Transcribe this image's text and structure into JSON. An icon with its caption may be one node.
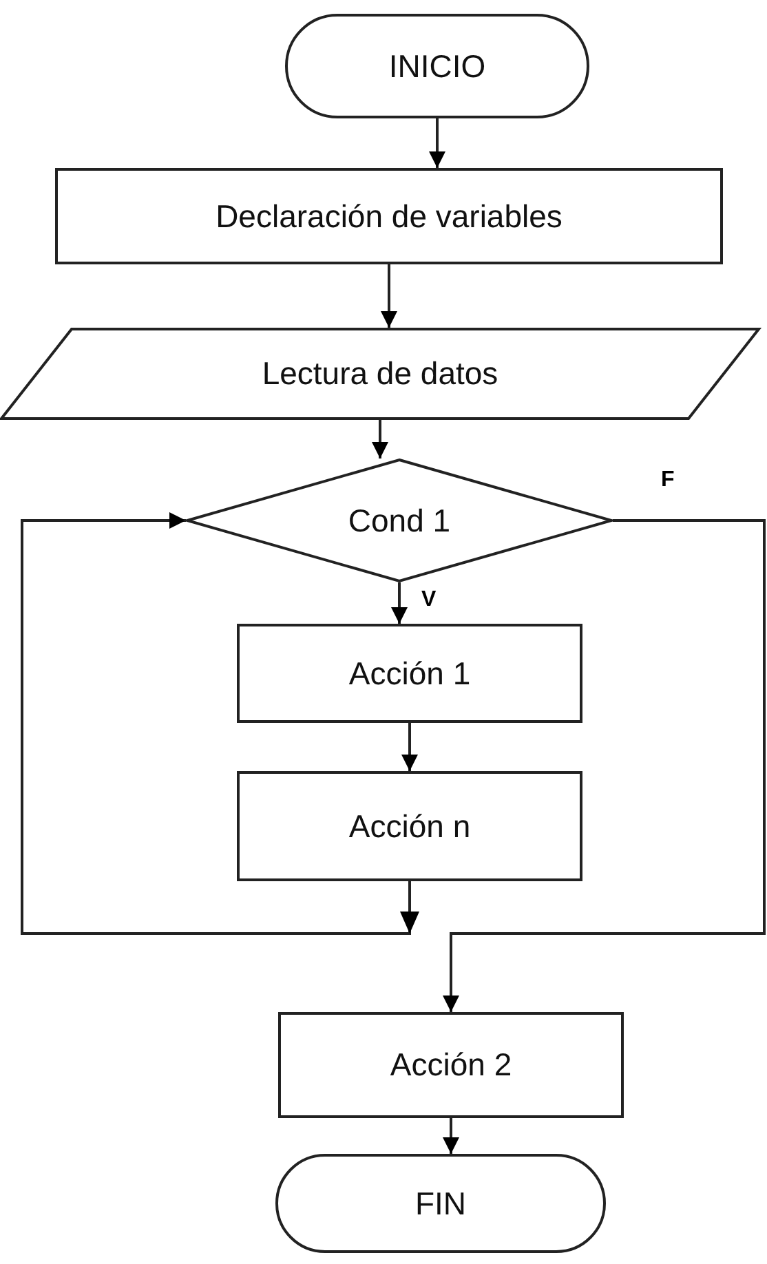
{
  "diagram": {
    "nodes": [
      {
        "text": [
          "INICIO"
        ]
      },
      {
        "text": [
          "Declaración de variables"
        ]
      },
      {
        "text": [
          "Lectura de datos"
        ]
      },
      {
        "text": [
          "Cond 1"
        ]
      },
      {
        "text": [
          "Acción 1"
        ]
      },
      {
        "text": [
          "Acción n"
        ]
      },
      {
        "text": [
          "Acción 2"
        ]
      },
      {
        "text": [
          "FIN"
        ]
      }
    ],
    "edges": [
      {
        "from": 0,
        "to": 1,
        "arrow": "to"
      },
      {
        "from": 1,
        "to": 2,
        "arrow": "to"
      },
      {
        "from": 2,
        "to": 3,
        "arrow": "to"
      },
      {
        "from": 3,
        "to": 4,
        "arrow": "to",
        "label": "V"
      },
      {
        "from": 4,
        "to": 5,
        "arrow": "to"
      },
      {
        "from": 5,
        "to": 3,
        "arrow": "to"
      },
      {
        "from": 3,
        "to": 6,
        "arrow": "to",
        "label": "F"
      },
      {
        "from": 6,
        "to": 7,
        "arrow": "to"
      }
    ]
  }
}
